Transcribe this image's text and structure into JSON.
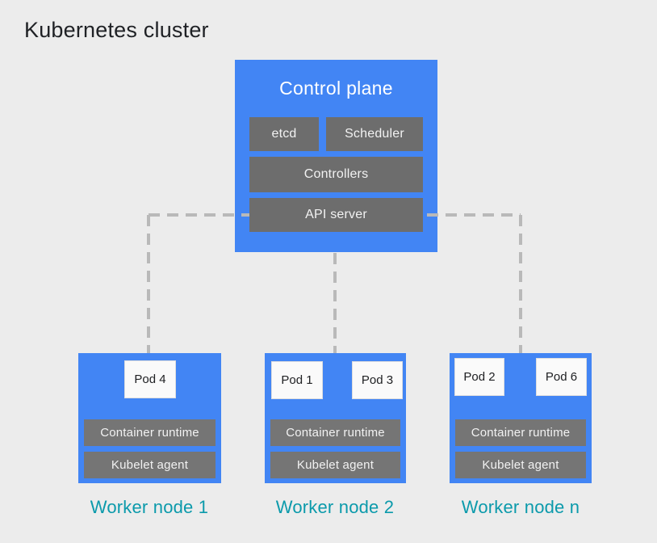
{
  "diagram": {
    "title": "Kubernetes cluster"
  },
  "control_plane": {
    "title": "Control plane",
    "components": [
      {
        "label": "etcd"
      },
      {
        "label": "Scheduler"
      },
      {
        "label": "Controllers"
      },
      {
        "label": "API server"
      }
    ]
  },
  "workers": [
    {
      "label": "Worker node 1",
      "pods": [
        {
          "label": "Pod 4"
        }
      ],
      "components": [
        {
          "label": "Container runtime"
        },
        {
          "label": "Kubelet agent"
        }
      ]
    },
    {
      "label": "Worker node 2",
      "pods": [
        {
          "label": "Pod 1"
        },
        {
          "label": "Pod 3"
        }
      ],
      "components": [
        {
          "label": "Container runtime"
        },
        {
          "label": "Kubelet agent"
        }
      ]
    },
    {
      "label": "Worker node n",
      "pods": [
        {
          "label": "Pod 2"
        },
        {
          "label": "Pod 6"
        }
      ],
      "components": [
        {
          "label": "Container runtime"
        },
        {
          "label": "Kubelet agent"
        }
      ]
    }
  ],
  "colors": {
    "background": "#ECECEC",
    "node_blue": "#4285F4",
    "control_plane_component_gray": "#6D6D6D",
    "worker_component_gray": "#757575",
    "pod_white": "#FAFAFA",
    "connector_dash_gray": "#B9B9B9",
    "worker_label_teal": "#0B9AAB",
    "title_dark": "#1F2125"
  }
}
